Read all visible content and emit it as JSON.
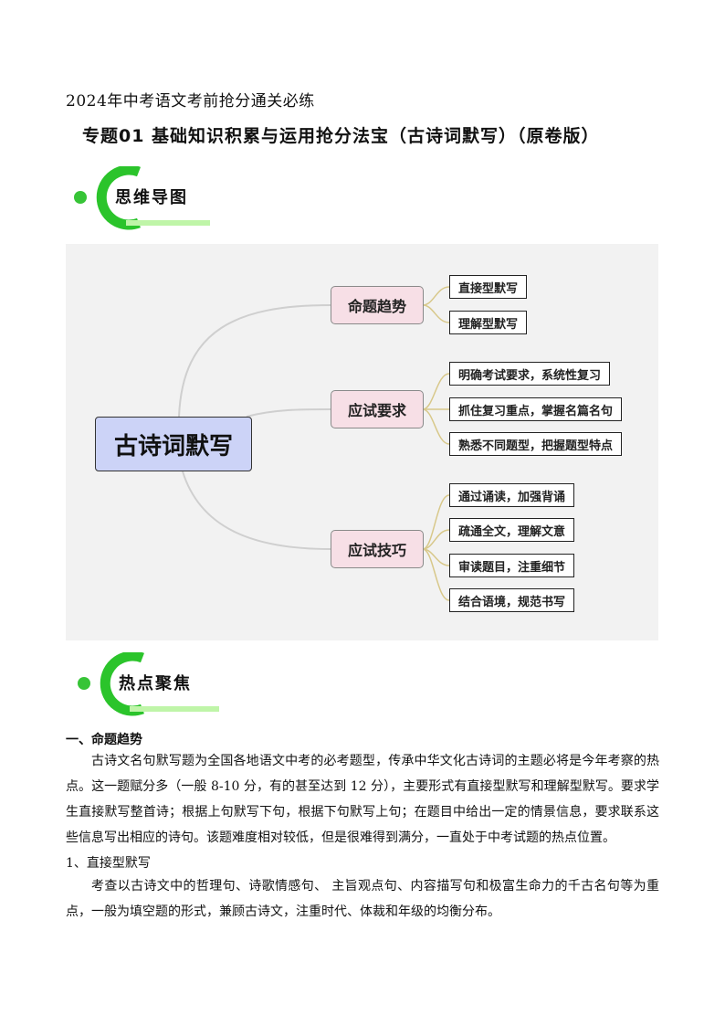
{
  "header": {
    "subtitle": "2024年中考语文考前抢分通关必练",
    "title": "专题01 基础知识积累与运用抢分法宝（古诗词默写）（原卷版）"
  },
  "badges": {
    "mindmap_label": "思维导图",
    "hotspot_label": "热点聚焦"
  },
  "mindmap": {
    "central": "古诗词默写",
    "branches": [
      {
        "label": "命题趋势",
        "leaves": [
          "直接型默写",
          "理解型默写"
        ]
      },
      {
        "label": "应试要求",
        "leaves": [
          "明确考试要求，系统性复习",
          "抓住复习重点，掌握名篇名句",
          "熟悉不同题型，把握题型特点"
        ]
      },
      {
        "label": "应试技巧",
        "leaves": [
          "通过诵读，加强背诵",
          "疏通全文，理解文意",
          "审读题目，注重细节",
          "结合语境，规范书写"
        ]
      }
    ]
  },
  "content": {
    "section1_heading": "一、命题趋势",
    "section1_para": "古诗文名句默写题为全国各地语文中考的必考题型，传承中华文化古诗词的主题必将是今年考察的热点。这一题赋分多（一般 8-10 分，有的甚至达到 12 分），主要形式有直接型默写和理解型默写。要求学生直接默写整首诗；根据上句默写下句，根据下句默写上句；在题目中给出一定的情景信息，要求联系这些信息写出相应的诗句。该题难度相对较低，但是很难得到满分，一直处于中考试题的热点位置。",
    "subsection1_heading": "1、直接型默写",
    "subsection1_para": "考查以古诗文中的哲理句、诗歌情感句、 主旨观点句、内容描写句和极富生命力的千古名句等为重点，一般为填空题的形式，兼顾古诗文，注重时代、体裁和年级的均衡分布。"
  }
}
